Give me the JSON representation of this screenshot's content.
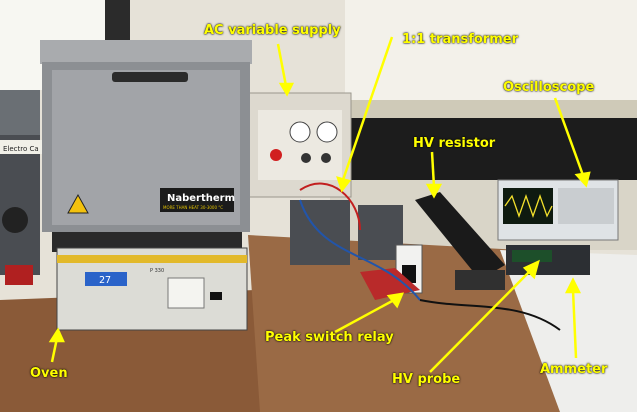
{
  "labels": {
    "ac_supply": "AC variable supply",
    "transformer": "1:1 transformer",
    "oscilloscope": "Oscilloscope",
    "hv_resistor": "HV resistor",
    "oven": "Oven",
    "peak_switch_relay": "Peak switch relay",
    "hv_probe": "HV probe",
    "ammeter": "Ammeter"
  },
  "panel_text": {
    "brand": "Nabertherm",
    "brand_sub": "MORE THAN HEAT 30-3000 °C",
    "controller_readout": "27",
    "controller_model": "P 330",
    "side_sign": "Electro Ca"
  },
  "colors": {
    "annotation": "#ffff00",
    "oven_body": "#8c8f93",
    "wall": "#e9e6de",
    "bench": "#8a5a38"
  }
}
